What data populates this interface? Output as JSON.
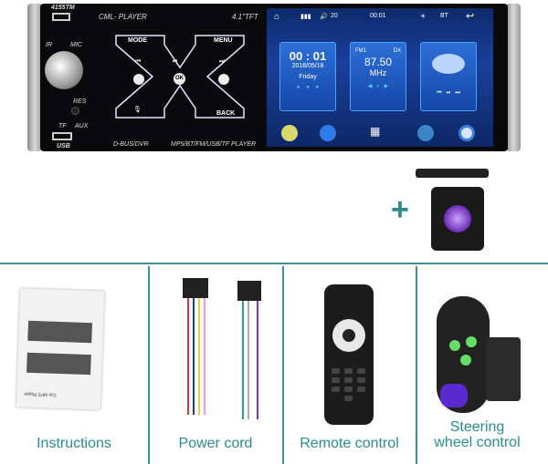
{
  "unit": {
    "brand": "CML- PLAYER",
    "screen_size": "4.1\"TFT",
    "top_label": "4155TM",
    "mic": "MIC",
    "ir": "IR",
    "res": "RES",
    "tf": "TF",
    "aux": "AUX",
    "usb": "USB",
    "footer_left": "D-BUS/DVR",
    "footer_right": "MP5/BT/FM/USB/TF PLAYER",
    "buttons": {
      "mode": "MODE",
      "menu": "MENU",
      "ok": "OK",
      "back": "BACK"
    }
  },
  "screen": {
    "status": {
      "volume": "20",
      "time": "00:01",
      "bt": "BT"
    },
    "clock": {
      "time": "00 : 01",
      "date": "2018/05/18",
      "day": "Friday"
    },
    "radio": {
      "band": "FM1",
      "mode": "DX",
      "freq": "87.50",
      "unit": "MHz"
    },
    "accent": "#1f5fd0"
  },
  "plus": "+",
  "accessories": [
    {
      "label": "Instructions"
    },
    {
      "label": "Power cord"
    },
    {
      "label": "Remote control"
    },
    {
      "label": "Steering wheel control"
    }
  ],
  "manual_text": "Car MP5 Player",
  "colors": {
    "teal": "#2a8c8c"
  }
}
